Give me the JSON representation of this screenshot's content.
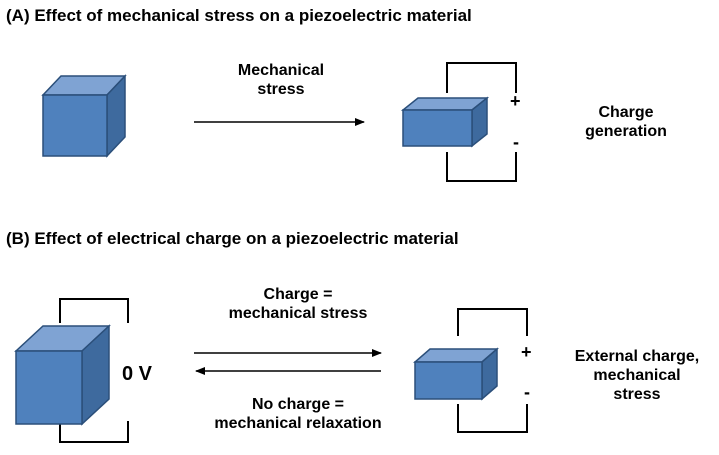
{
  "panel_a": {
    "heading": "(A) Effect of mechanical stress on a piezoelectric material",
    "arrow_label_line1": "Mechanical",
    "arrow_label_line2": "stress",
    "plus": "+",
    "minus": "-",
    "result_line1": "Charge",
    "result_line2": "generation"
  },
  "panel_b": {
    "heading": "(B) Effect of electrical charge on a piezoelectric material",
    "voltage": "0 V",
    "top_label_line1": "Charge =",
    "top_label_line2": "mechanical stress",
    "bottom_label_line1": "No charge =",
    "bottom_label_line2": "mechanical relaxation",
    "plus": "+",
    "minus": "-",
    "result_line1": "External charge,",
    "result_line2": "mechanical",
    "result_line3": "stress"
  },
  "colors": {
    "cube_front": "#4F81BD",
    "cube_top": "#7FA3D3",
    "cube_side": "#3E6A9E",
    "cube_edge": "#2B4F7A",
    "line": "#000000"
  }
}
